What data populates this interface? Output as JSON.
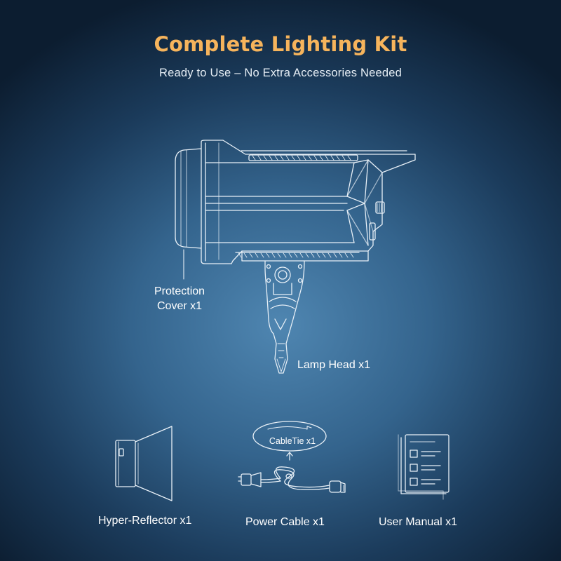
{
  "header": {
    "title": "Complete Lighting Kit",
    "subtitle": "Ready to Use – No Extra Accessories Needed"
  },
  "labels": {
    "protection_line1": "Protection",
    "protection_line2": "Cover x1",
    "lamp_head": "Lamp Head x1",
    "cable_tie": "CableTie x1",
    "reflector": "Hyper-Reflector x1",
    "power_cable": "Power Cable x1",
    "user_manual": "User Manual x1"
  },
  "colors": {
    "title": "#f6b45c",
    "line_art": "#e8f0f7",
    "background_center": "#4f86b1",
    "background_edge": "#0c1d30"
  }
}
